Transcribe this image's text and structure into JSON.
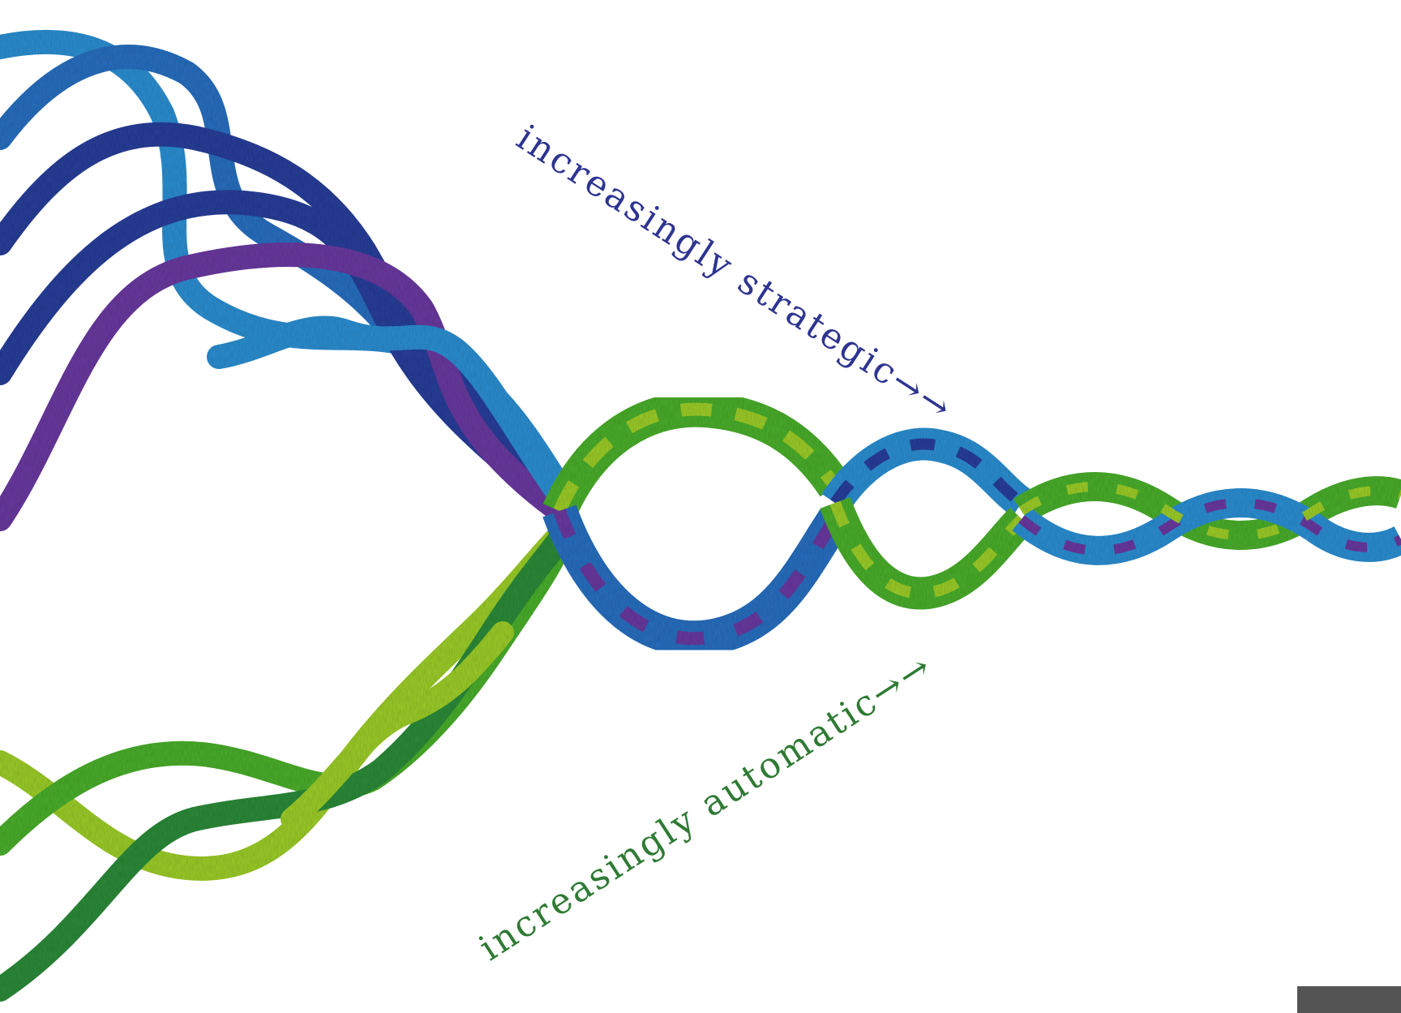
{
  "captions": {
    "strategic": "increasingly strategic→→",
    "automatic": "increasingly automatic→→"
  },
  "colors": {
    "background": "#ffffff",
    "strategic_text": "#2e3490",
    "automatic_text": "#2f7a34",
    "blue_light": "#2f8fd2",
    "blue_mid": "#2a6fc0",
    "blue_dark": "#2b3f9a",
    "purple": "#6a3aa0",
    "green_lime": "#9ccd2c",
    "green_mid": "#4caf2e",
    "green_dark": "#2e8b3a",
    "corner_tab": "#545454"
  },
  "illustration": {
    "subject": "twisted-rope-strands-icon",
    "upper_strand_colors": [
      "blue_light",
      "blue_mid",
      "blue_dark",
      "purple"
    ],
    "lower_strand_colors": [
      "green_lime",
      "green_mid",
      "green_dark"
    ]
  }
}
